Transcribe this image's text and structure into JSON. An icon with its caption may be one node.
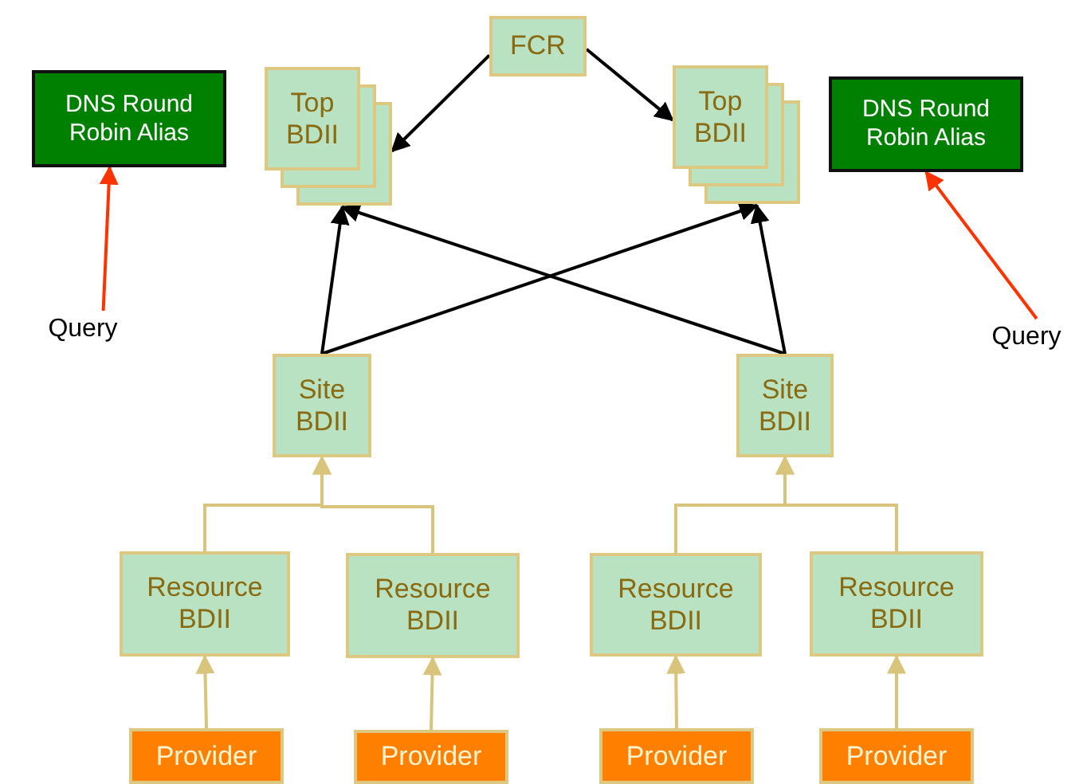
{
  "diagram": {
    "nodes": [
      {
        "text": [
          "FCR"
        ]
      },
      {
        "text": [
          "DNS Round Robin Alias"
        ]
      },
      {
        "text": [
          "Top BDII"
        ]
      },
      {
        "text": [
          "Top BDII"
        ]
      },
      {
        "text": [
          "DNS Round Robin Alias"
        ]
      },
      {
        "text": [
          "Query"
        ]
      },
      {
        "text": [
          "Query"
        ]
      },
      {
        "text": [
          "Site BDII"
        ]
      },
      {
        "text": [
          "Site BDII"
        ]
      },
      {
        "text": [
          "Resource BDII"
        ]
      },
      {
        "text": [
          "Resource BDII"
        ]
      },
      {
        "text": [
          "Resource BDII"
        ]
      },
      {
        "text": [
          "Resource BDII"
        ]
      },
      {
        "text": [
          "Provider"
        ]
      },
      {
        "text": [
          "Provider"
        ]
      },
      {
        "text": [
          "Provider"
        ]
      },
      {
        "text": [
          "Provider"
        ]
      }
    ],
    "edges": [
      {
        "from": 0,
        "to": 2,
        "arrow": "to",
        "color": "#000000"
      },
      {
        "from": 0,
        "to": 3,
        "arrow": "to",
        "color": "#000000"
      },
      {
        "from": 5,
        "to": 1,
        "arrow": "to",
        "color": "#ff3300"
      },
      {
        "from": 6,
        "to": 4,
        "arrow": "to",
        "color": "#ff3300"
      },
      {
        "from": 7,
        "to": 2,
        "arrow": "to",
        "color": "#000000"
      },
      {
        "from": 7,
        "to": 3,
        "arrow": "to",
        "color": "#000000"
      },
      {
        "from": 8,
        "to": 2,
        "arrow": "to",
        "color": "#000000"
      },
      {
        "from": 8,
        "to": 3,
        "arrow": "to",
        "color": "#000000"
      },
      {
        "from": 9,
        "to": 7,
        "arrow": "to",
        "color": "#d8c47a"
      },
      {
        "from": 10,
        "to": 7,
        "arrow": "to",
        "color": "#d8c47a"
      },
      {
        "from": 11,
        "to": 8,
        "arrow": "to",
        "color": "#d8c47a"
      },
      {
        "from": 12,
        "to": 8,
        "arrow": "to",
        "color": "#d8c47a"
      },
      {
        "from": 13,
        "to": 9,
        "arrow": "to",
        "color": "#d8c47a"
      },
      {
        "from": 14,
        "to": 10,
        "arrow": "to",
        "color": "#d8c47a"
      },
      {
        "from": 15,
        "to": 11,
        "arrow": "to",
        "color": "#d8c47a"
      },
      {
        "from": 16,
        "to": 12,
        "arrow": "to",
        "color": "#d8c47a"
      }
    ]
  }
}
